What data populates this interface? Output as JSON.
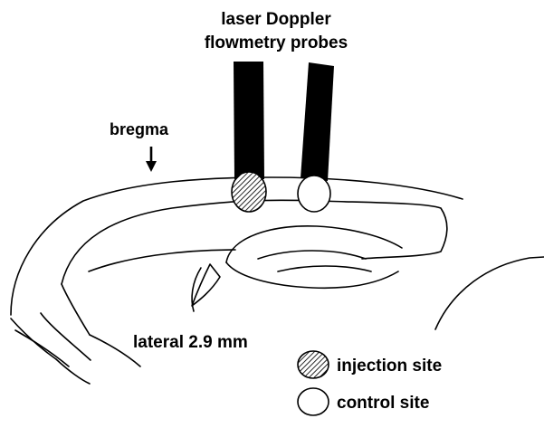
{
  "title": {
    "line1": "laser Doppler",
    "line2": "flowmetry probes"
  },
  "landmark": {
    "label": "bregma",
    "icon": "down-arrow-icon"
  },
  "section": {
    "label": "lateral 2.9 mm"
  },
  "legend": {
    "items": [
      {
        "label": "injection site",
        "swatch": "hatched"
      },
      {
        "label": "control site",
        "swatch": "open"
      }
    ]
  },
  "colors": {
    "ink": "#000000",
    "paper": "#ffffff"
  }
}
